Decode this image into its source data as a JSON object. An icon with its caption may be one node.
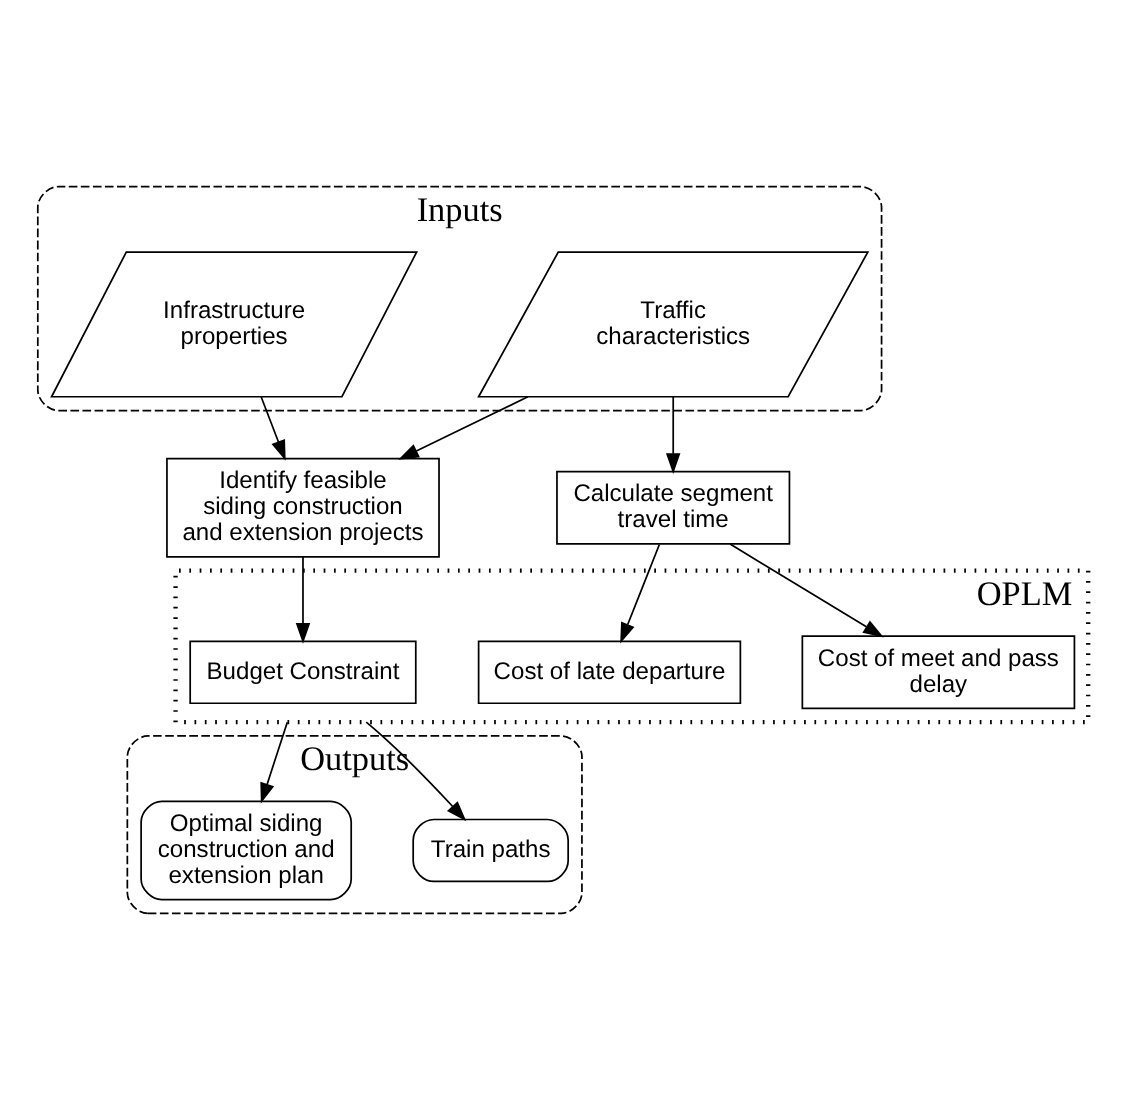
{
  "diagram": {
    "nodes": [
      {
        "text": [
          "Inputs"
        ]
      },
      {
        "text": [
          "Infrastructure properties"
        ],
        "in": 0
      },
      {
        "text": [
          "Traffic characteristics"
        ],
        "in": 0
      },
      {
        "text": [
          "Identify feasible siding construction and extension projects"
        ]
      },
      {
        "text": [
          "Calculate segment travel time"
        ]
      },
      {
        "text": [
          "OPLM"
        ]
      },
      {
        "text": [
          "Budget Constraint"
        ],
        "in": 5
      },
      {
        "text": [
          "Cost of late departure"
        ],
        "in": 5
      },
      {
        "text": [
          "Cost of meet and pass delay"
        ],
        "in": 5
      },
      {
        "text": [
          "Outputs"
        ]
      },
      {
        "text": [
          "Train paths"
        ],
        "in": 9
      },
      {
        "text": [
          "Optimal siding construction and extension plan"
        ],
        "in": 9
      }
    ],
    "edges": [
      {
        "from": 1,
        "to": 3,
        "arrow": "to"
      },
      {
        "from": 2,
        "to": 3,
        "arrow": "to"
      },
      {
        "from": 2,
        "to": 4,
        "arrow": "to"
      },
      {
        "from": 3,
        "to": 6,
        "arrow": "to"
      },
      {
        "from": 4,
        "to": 7,
        "arrow": "to"
      },
      {
        "from": 4,
        "to": 8,
        "arrow": "to"
      },
      {
        "from": 5,
        "to": 10,
        "arrow": "to"
      },
      {
        "from": 5,
        "to": 11,
        "arrow": "to"
      }
    ]
  }
}
